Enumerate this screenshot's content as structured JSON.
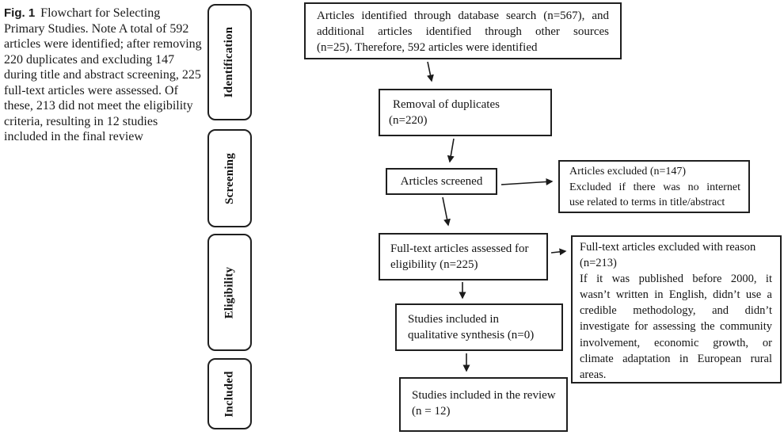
{
  "caption": {
    "label": "Fig. 1",
    "text": "Flowchart for Selecting Primary Studies. Note A total of 592 articles were identified; after removing 220 duplicates and excluding 147 during title and abstract screening, 225 full-text articles were assessed. Of these, 213 did not meet the eligibility criteria, resulting in 12 studies included in the final review"
  },
  "stages": [
    "Identification",
    "Screening",
    "Eligibility",
    "Included"
  ],
  "boxes": {
    "identified": {
      "lines": [
        {
          "t": "Articles identified through database search (n=567), and",
          "j": true
        },
        {
          "t": "additional articles identified through other sources",
          "j": true
        },
        {
          "t": "(n=25). Therefore, 592 articles were identified",
          "j": false
        }
      ]
    },
    "duplicates": {
      "lines": [
        {
          "t": "Removal of duplicates",
          "j": false
        },
        {
          "t": "(n=220)",
          "j": false
        }
      ]
    },
    "screened": {
      "text": "Articles screened"
    },
    "excluded_screening": {
      "lines": [
        {
          "t": "Articles excluded (n=147)",
          "j": false
        },
        {
          "t": "Excluded if there was no internet",
          "j": true
        },
        {
          "t": "use related to terms in title/abstract",
          "j": false
        }
      ]
    },
    "fulltext": {
      "lines": [
        {
          "t": "Full-text articles assessed for",
          "j": false
        },
        {
          "t": "eligibility (n=225)",
          "j": false
        }
      ]
    },
    "excluded_fulltext": {
      "lines": [
        {
          "t": "Full-text articles excluded with reason",
          "j": false
        },
        {
          "t": "(n=213)",
          "j": false
        },
        {
          "t": "If it was published before 2000, it",
          "j": true
        },
        {
          "t": "wasn’t written in English, didn’t use a",
          "j": true
        },
        {
          "t": "credible methodology, and didn’t",
          "j": true
        },
        {
          "t": "investigate for assessing the community",
          "j": true
        },
        {
          "t": "involvement, economic growth, or",
          "j": true
        },
        {
          "t": "climate adaptation in European rural",
          "j": true
        },
        {
          "t": "areas.",
          "j": false
        }
      ]
    },
    "qualitative": {
      "lines": [
        {
          "t": "Studies included in",
          "j": false
        },
        {
          "t": "qualitative synthesis (n=0)",
          "j": false
        }
      ]
    },
    "review": {
      "lines": [
        {
          "t": "Studies included in the review",
          "j": false
        },
        {
          "t": "(n = 12)",
          "j": false
        }
      ]
    }
  },
  "colors": {
    "background": "#ffffff",
    "border": "#1f1f1f",
    "text": "#141414"
  }
}
